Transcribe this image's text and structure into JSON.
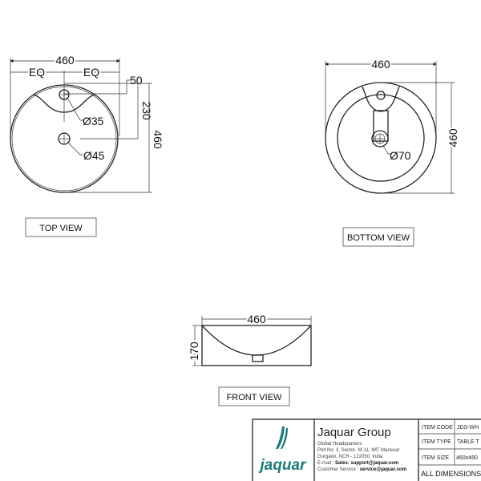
{
  "top_view": {
    "label": "TOP VIEW",
    "width": "460",
    "eq_left": "EQ",
    "eq_right": "EQ",
    "offset": "50",
    "center": "230",
    "height": "460",
    "tap_hole": "Ø35",
    "drain": "Ø45"
  },
  "bottom_view": {
    "label": "BOTTOM VIEW",
    "width": "460",
    "height": "460",
    "drain": "Ø70"
  },
  "front_view": {
    "label": "FRONT VIEW",
    "width": "460",
    "height": "170"
  },
  "title_block": {
    "brand": "Jaquar Group",
    "logo_text": "jaquar",
    "address": [
      "Global Headquarters",
      "Plot No. 3, Sector- M-11, IMT Manesar",
      "Gurgaon, NCR - 122050, India"
    ],
    "email_label": "E-mail : ",
    "email_value": "Sales: support@jaquar.com",
    "service_label": "Customer Service : ",
    "service_value": "service@jaquar.com",
    "item_code_label": "ITEM  CODE",
    "item_code_value": "JDS-WH",
    "item_type_label": "ITEM  TYPE",
    "item_type_value": "TABLE T",
    "item_size_label": "ITEM  SIZE",
    "item_size_value": "460x460",
    "note": "ALL DIMENSIONS",
    "brand_color": "#1a7a78"
  }
}
